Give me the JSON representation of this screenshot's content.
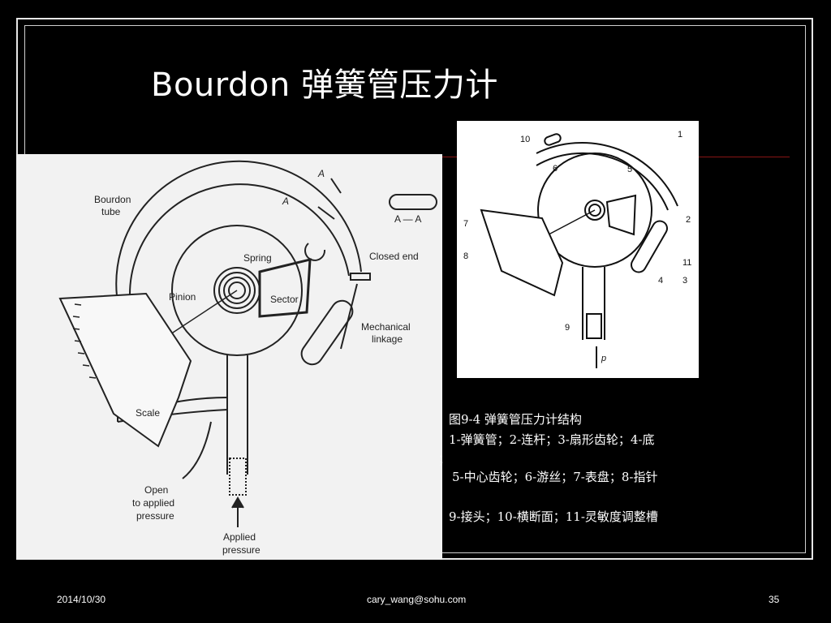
{
  "slide": {
    "title": "Bourdon 弹簧管压力计",
    "caption_lines": [
      "图9-4  弹簧管压力计结构",
      " 1-弹簧管；2-连杆；3-扇形齿轮；4-底",
      "；",
      " 5-中心齿轮；6-游丝；7-表盘；8-指针",
      "9-接头；10-横断面；11-灵敏度调整槽"
    ],
    "footer": {
      "date": "2014/10/30",
      "email": "cary_wang@sohu.com",
      "page": "35"
    },
    "colors": {
      "background": "#000000",
      "accent_line": "#8a1515"
    }
  },
  "left_figure": {
    "labels": {
      "bourdon_line1": "Bourdon",
      "bourdon_line2": "tube",
      "section_a1": "A",
      "section_a2": "A",
      "section_aa": "A — A",
      "spring": "Spring",
      "pinion": "Pinion",
      "sector": "Sector",
      "closed_end": "Closed end",
      "mechanical_line1": "Mechanical",
      "mechanical_line2": "linkage",
      "scale": "Scale",
      "open_line1": "Open",
      "open_line2": "to applied",
      "open_line3": "pressure",
      "applied_line1": "Applied",
      "applied_line2": "pressure"
    }
  },
  "right_figure": {
    "labels": {
      "n1": "1",
      "n2": "2",
      "n3": "3",
      "n4": "4",
      "n5": "5",
      "n6": "6",
      "n7": "7",
      "n8": "8",
      "n9": "9",
      "n10": "10",
      "n11": "11",
      "p": "p"
    }
  }
}
